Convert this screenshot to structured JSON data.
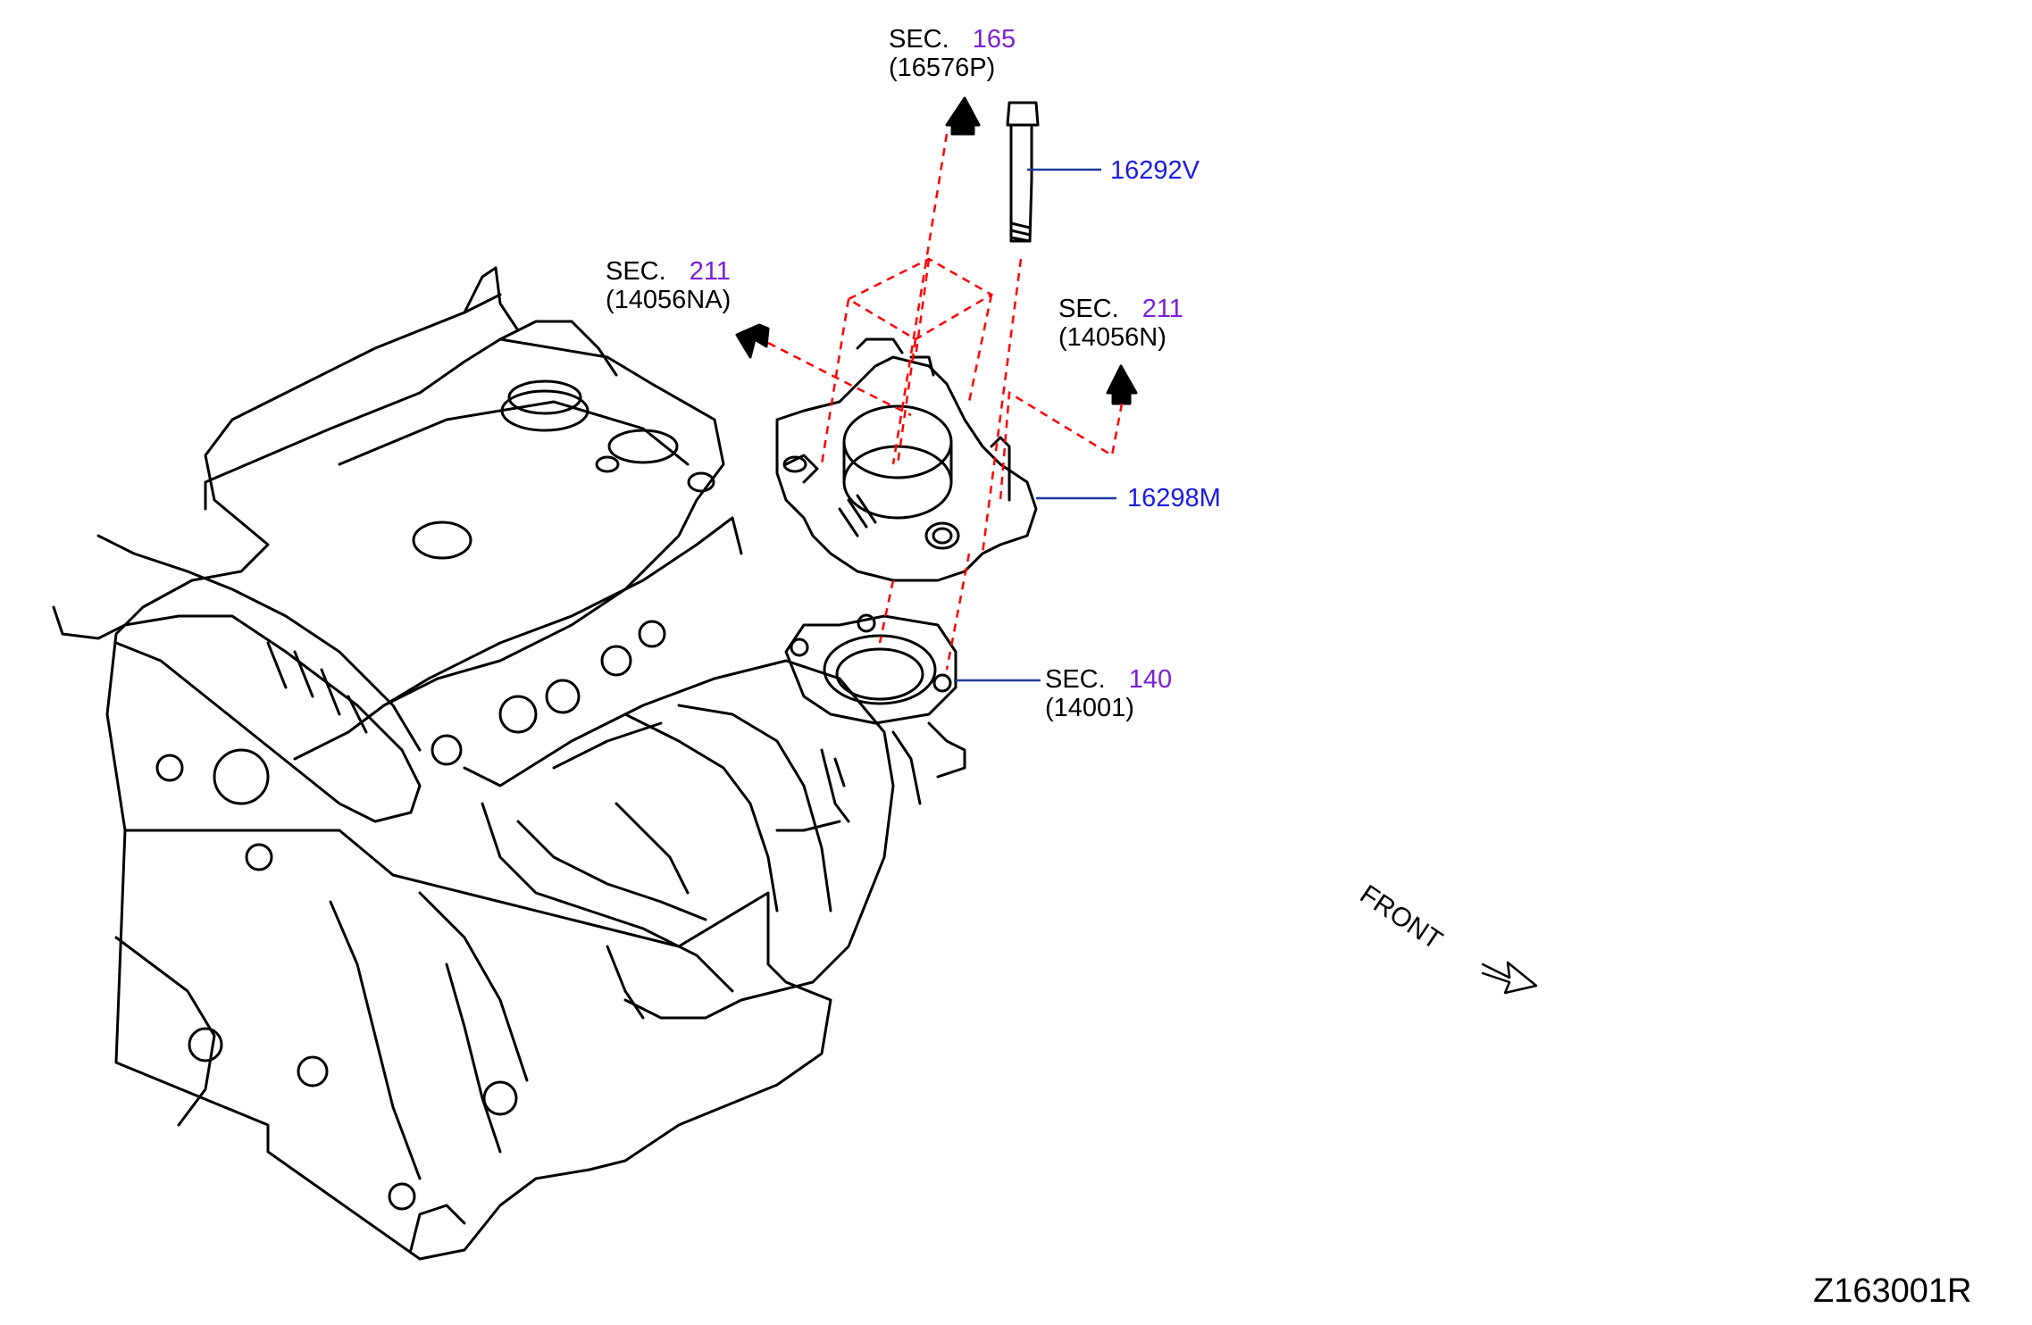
{
  "callouts": {
    "sec165": {
      "sec": "SEC.",
      "num": "165",
      "sub": "(16576P)"
    },
    "sec211_left": {
      "sec": "SEC.",
      "num": "211",
      "sub": "(14056NA)"
    },
    "sec211_right": {
      "sec": "SEC.",
      "num": "211",
      "sub": "(14056N)"
    },
    "sec140": {
      "sec": "SEC.",
      "num": "140",
      "sub": "(14001)"
    }
  },
  "parts": {
    "bolt": "16292V",
    "throttle_body": "16298M"
  },
  "front_label": "FRONT",
  "diagram_code": "Z163001R",
  "colors": {
    "leader": "#1a3a9a",
    "dashed": "#ff0000",
    "part_number": "#1a1ae6",
    "section_number": "#7a1fd6"
  }
}
